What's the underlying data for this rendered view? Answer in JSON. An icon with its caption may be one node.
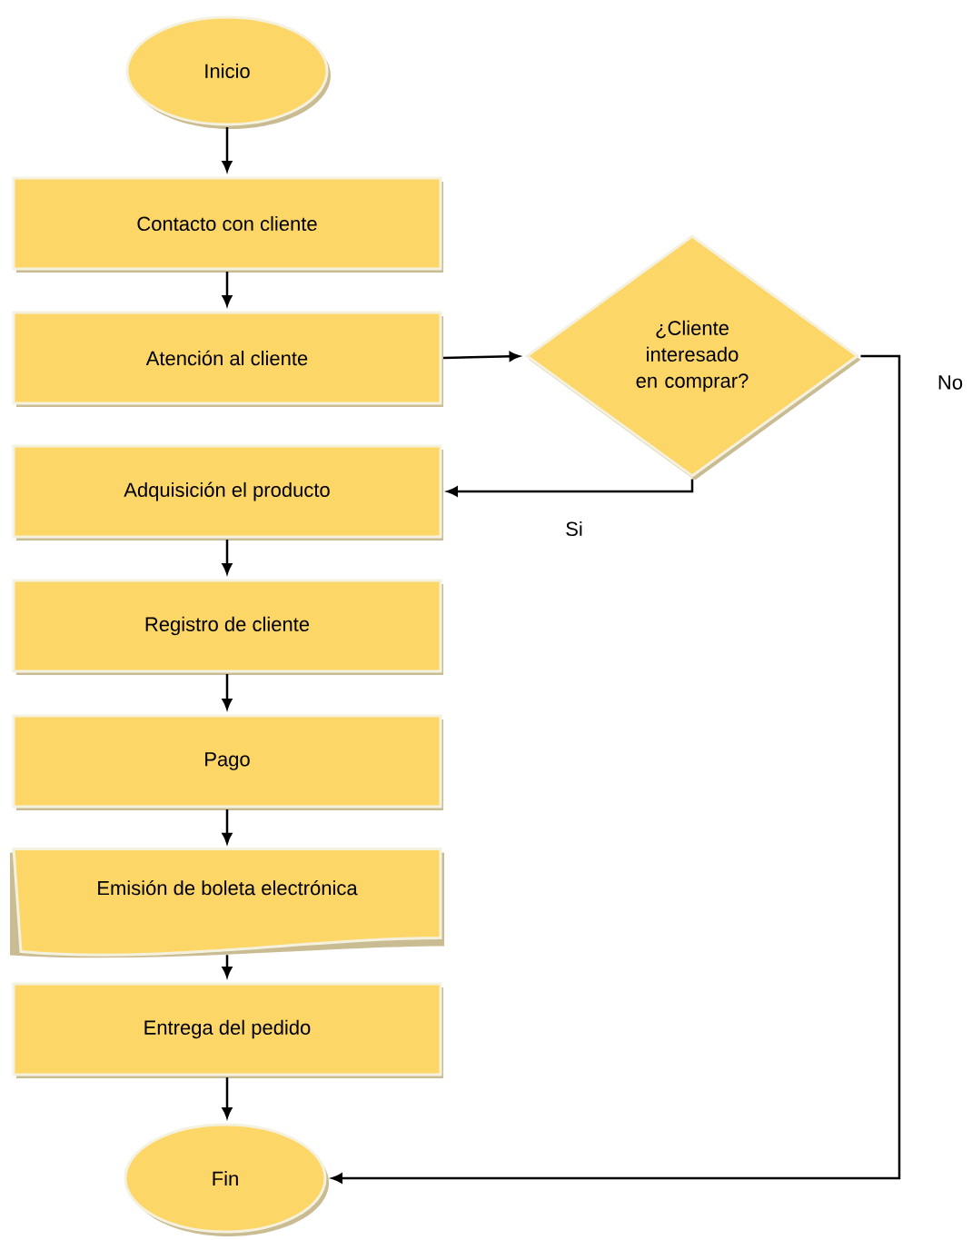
{
  "diagram": {
    "nodes": [
      {
        "text": [
          "Inicio"
        ]
      },
      {
        "text": [
          "Contacto con cliente"
        ]
      },
      {
        "text": [
          "Atención al cliente"
        ]
      },
      {
        "text": [
          "¿Cliente interesado en comprar?"
        ]
      },
      {
        "text": [
          "Adquisición el producto"
        ]
      },
      {
        "text": [
          "Registro de cliente"
        ]
      },
      {
        "text": [
          "Pago"
        ]
      },
      {
        "text": [
          "Emisión de boleta electrónica"
        ]
      },
      {
        "text": [
          "Entrega del pedido"
        ]
      },
      {
        "text": [
          "Fin"
        ]
      }
    ],
    "edges": [
      {
        "from": 0,
        "to": 1,
        "arrow": "to"
      },
      {
        "from": 1,
        "to": 2,
        "arrow": "to"
      },
      {
        "from": 2,
        "to": 3,
        "arrow": "to"
      },
      {
        "from": 3,
        "to": 4,
        "arrow": "to",
        "label": "Si"
      },
      {
        "from": 4,
        "to": 5,
        "arrow": "to"
      },
      {
        "from": 5,
        "to": 6,
        "arrow": "to"
      },
      {
        "from": 6,
        "to": 7,
        "arrow": "to"
      },
      {
        "from": 7,
        "to": 8,
        "arrow": "to"
      },
      {
        "from": 8,
        "to": 9,
        "arrow": "to"
      },
      {
        "from": 3,
        "to": 9,
        "arrow": "to",
        "label": "No"
      }
    ]
  }
}
